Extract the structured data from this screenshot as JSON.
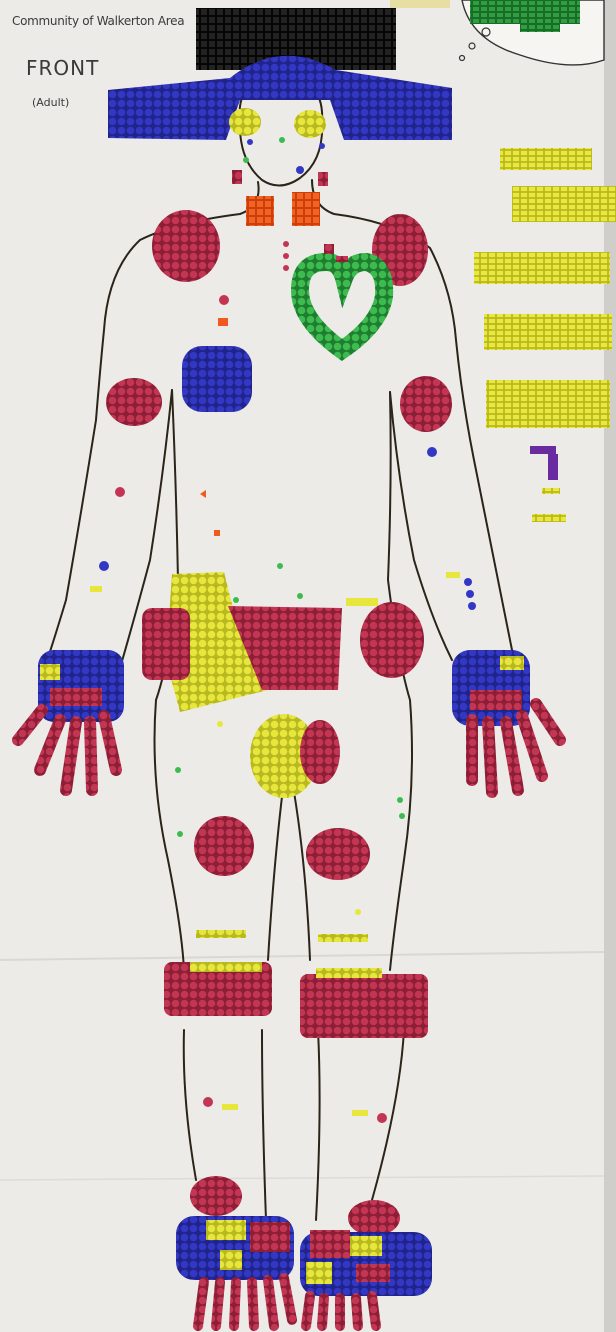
{
  "poster": {
    "title": "Community of Walkerton Area",
    "side_label": "FRONT",
    "sub_label": "(Adult)"
  },
  "colors": {
    "paper": "#eeeeec",
    "red": "#b52d4b",
    "blue": "#2f34b8",
    "yellow": "#dfe035",
    "green": "#39b24a",
    "orange": "#f05a1e",
    "black": "#161616",
    "purple": "#6a2aa0",
    "ink": "#2b2418"
  }
}
